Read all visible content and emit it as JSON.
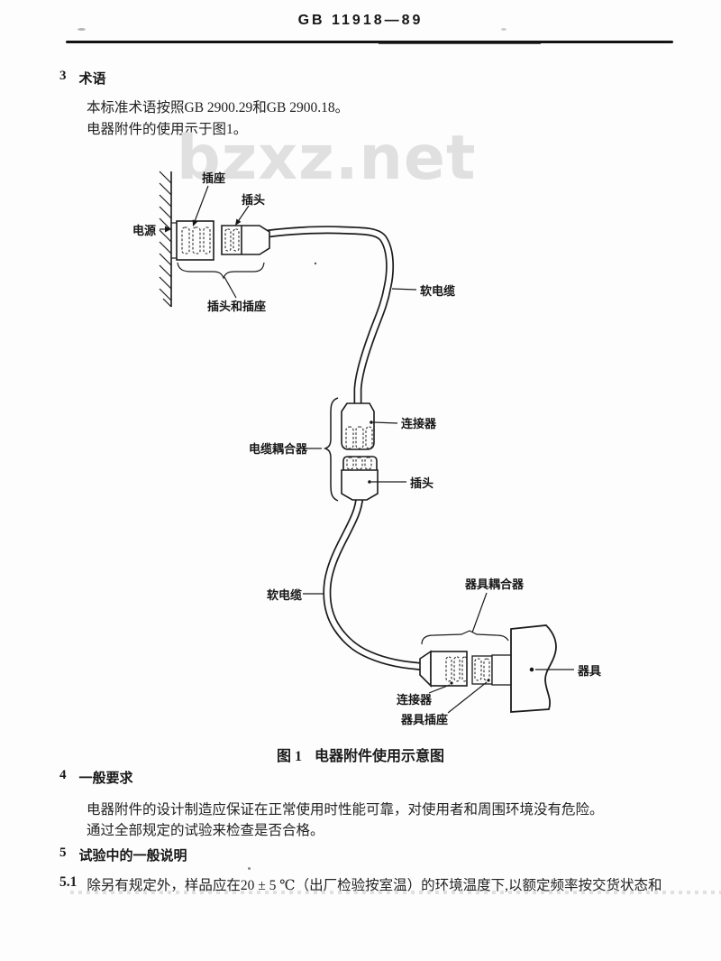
{
  "page": {
    "code": "GB 11918—89",
    "watermark": "bzxz.net"
  },
  "colors": {
    "ink": "#1c1c1c",
    "watermark_gray": "#e0e0e0",
    "paper": "#fdfdfd"
  },
  "s3": {
    "num": "3",
    "title": "术语",
    "p1": "本标准术语按照GB 2900.29和GB 2900.18。",
    "p2": "电器附件的使用示于图1。"
  },
  "fig": {
    "cap_num": "图 1",
    "cap_text": "电器附件使用示意图",
    "labels": {
      "power_source": "电源",
      "socket": "插座",
      "plug_top": "插头",
      "plug_and_socket": "插头和插座",
      "flexible_cable_top": "软电缆",
      "connector_mid": "连接器",
      "plug_mid": "插头",
      "cable_coupler": "电缆耦合器",
      "flexible_cable_bottom": "软电缆",
      "appliance_coupler": "器具耦合器",
      "connector_bottom": "连接器",
      "appliance_inlet": "器具插座",
      "appliance": "器具"
    }
  },
  "s4": {
    "num": "4",
    "title": "一般要求",
    "p1": "电器附件的设计制造应保证在正常使用时性能可靠，对使用者和周围环境没有危险。",
    "p2": "通过全部规定的试验来检查是否合格。"
  },
  "s5": {
    "num": "5",
    "title": "试验中的一般说明",
    "c_num": "5.1",
    "c_text": "除另有规定外，样品应在20 ± 5 ℃（出厂检验按室温）的环境温度下,以额定频率按交货状态和"
  }
}
